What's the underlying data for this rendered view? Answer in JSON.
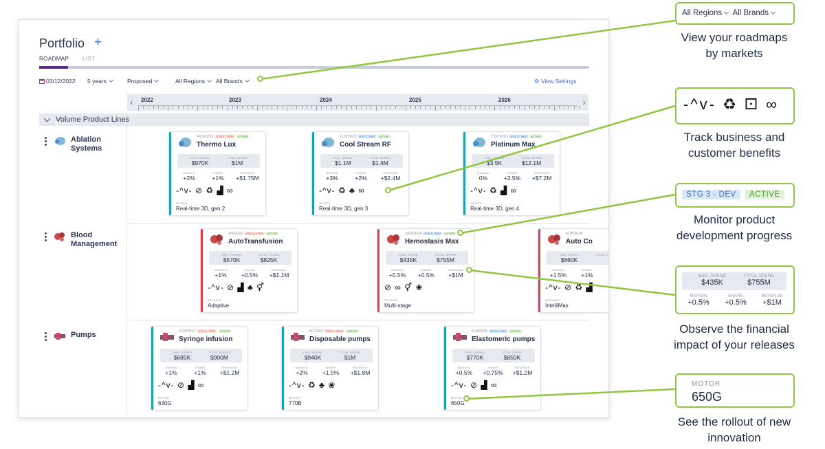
{
  "app": {
    "title": "Portfolio",
    "add_icon": "+",
    "tabs": [
      {
        "label": "ROADMAP",
        "active": true
      },
      {
        "label": "LIST",
        "active": false
      }
    ],
    "filters": {
      "date": "03/12/2022",
      "range": "5 years",
      "scenario": "Proposed",
      "region": "All Regions",
      "brand": "All Brands",
      "view_settings": "View Settings"
    },
    "timeline_years": [
      "2022",
      "2023",
      "2024",
      "2025",
      "2026"
    ],
    "group_label": "Volume Product Lines",
    "lanes": [
      {
        "name_line1": "Ablation",
        "name_line2": "Systems"
      },
      {
        "name_line1": "Blood",
        "name_line2": "Management"
      },
      {
        "name_line1": "Pumps",
        "name_line2": ""
      }
    ],
    "labels": {
      "eng_spend": "ENG. SPEND",
      "total_spend": "TOTAL SPEND",
      "margin": "MARGIN",
      "share": "SHARE",
      "revenue": "REVENUE"
    }
  },
  "cards": [
    {
      "name": "Thermo Lux",
      "date": "4/21/2022",
      "stage": "STG 4 - TEST",
      "status": "ACTIVE",
      "eng": "$970K",
      "total": "$1M",
      "margin": "+2%",
      "share": "+1%",
      "revenue": "+$1.75M",
      "feat_label": "OPTICS",
      "feat_value": "Real-time 3D, gen 2",
      "benefits": "-^v- ⊘ ♻ ▟ ∞"
    },
    {
      "name": "Cool Stream RF",
      "date": "11/2/2023",
      "stage": "STG 3 - DEV",
      "status": "ACTIVE",
      "eng": "$1.1M",
      "total": "$1.4M",
      "margin": "+3%",
      "share": "+2%",
      "revenue": "+$2.4M",
      "feat_label": "OPTICS",
      "feat_value": "Real-time 3D, gen 3",
      "benefits": "-^v- ♻ ♣ ∞"
    },
    {
      "name": "Platinum Max",
      "date": "7/12/2025",
      "stage": "STG 3 - DEV",
      "status": "ACTIVE",
      "eng": "$3.5K",
      "total": "$12.1M",
      "margin": "0%",
      "share": "+2.5%",
      "revenue": "+$7.2M",
      "feat_label": "OPTICS",
      "feat_value": "Real-time 3D, gen 4",
      "benefits": "-^v- ♻ ▟ ∞"
    },
    {
      "name": "AutoTransfusion",
      "date": "1/6/2022",
      "stage": "STG 4 - TEST",
      "status": "ACTIVE",
      "eng": "$570K",
      "total": "$825K",
      "margin": "+1%",
      "share": "+0.5%",
      "revenue": "+$1.1M",
      "feat_label": "RELEASE",
      "feat_value": "Adaptive",
      "benefits": "-^v- ⊘ ▟ ♣ ⚥"
    },
    {
      "name": "Hemostasis Max",
      "date": "10/8/2024",
      "stage": "STG 3 - DEV",
      "status": "ACTIVE",
      "eng": "$435K",
      "total": "$755M",
      "margin": "+0.5%",
      "share": "+0.5%",
      "revenue": "+$1M",
      "feat_label": "RELEASE",
      "feat_value": "Multi-stage",
      "benefits": "⊘ ∞ ⚥ ❀"
    },
    {
      "name": "Auto Co",
      "date": "6/18/2026",
      "stage": "",
      "status": "",
      "eng": "$860K",
      "total": "",
      "margin": "+1.5%",
      "share": "+1%",
      "revenue": "",
      "feat_label": "RELEASE",
      "feat_value": "IntelliMax",
      "benefits": "-^v- ⊘ ♻ ▟"
    },
    {
      "name": "Syringe infusion",
      "date": "2/12/2022",
      "stage": "STG 4 - TEST",
      "status": "ACTIVE",
      "eng": "$685K",
      "total": "$900M",
      "margin": "+1%",
      "share": "+1%",
      "revenue": "+$1.2M",
      "feat_label": "MOTOR",
      "feat_value": "630G",
      "benefits": "-^v- ⊘ ▟ ∞"
    },
    {
      "name": "Disposable pumps",
      "date": "8/12023",
      "stage": "STG 4 - TEST",
      "status": "ACTIVE",
      "eng": "$940K",
      "total": "$1M",
      "margin": "+2%",
      "share": "+1.5%",
      "revenue": "+$1.8M",
      "feat_label": "MOTOR",
      "feat_value": "770B",
      "benefits": "-^v- ♻ ♣ ❀"
    },
    {
      "name": "Elastomeric pumps",
      "date": "6/182025",
      "stage": "STG 3 - DEV",
      "status": "ACTIVE",
      "eng": "$770K",
      "total": "$850K",
      "margin": "+0.5%",
      "share": "+0.75%",
      "revenue": "+$1.2M",
      "feat_label": "MOTOR",
      "feat_value": "650G",
      "benefits": "-^v- ⊘ ▟ ∞"
    }
  ],
  "callouts": {
    "markets": {
      "filter1": "All Regions",
      "filter2": "All Brands",
      "text1": "View your roadmaps",
      "text2": "by markets"
    },
    "benefits": {
      "icons": "-^v- ♻ ⚀ ∞",
      "text1": "Track business and",
      "text2": "customer benefits"
    },
    "progress": {
      "stage": "STG 3 - DEV",
      "status": "ACTIVE",
      "text1": "Monitor product",
      "text2": "development progress"
    },
    "financial": {
      "eng_label": "ENG. SPEND",
      "eng": "$435K",
      "total_label": "TOTAL SPEND",
      "total": "$755M",
      "margin_label": "MARGIN",
      "margin": "+0.5%",
      "share_label": "SHARE",
      "share": "+0.5%",
      "revenue_label": "REVENUE",
      "revenue": "+$1M",
      "text1": "Observe the financial",
      "text2": "impact of your releases"
    },
    "rollout": {
      "label": "MOTOR",
      "value": "650G",
      "text1": "See the rollout of new",
      "text2": "innovation"
    }
  },
  "colors": {
    "accent_green": "#8ec63f",
    "teal": "#1aa3a8",
    "red": "#e23d4b",
    "link_blue": "#3d6fd1",
    "tab_purple": "#5a2d8a"
  }
}
